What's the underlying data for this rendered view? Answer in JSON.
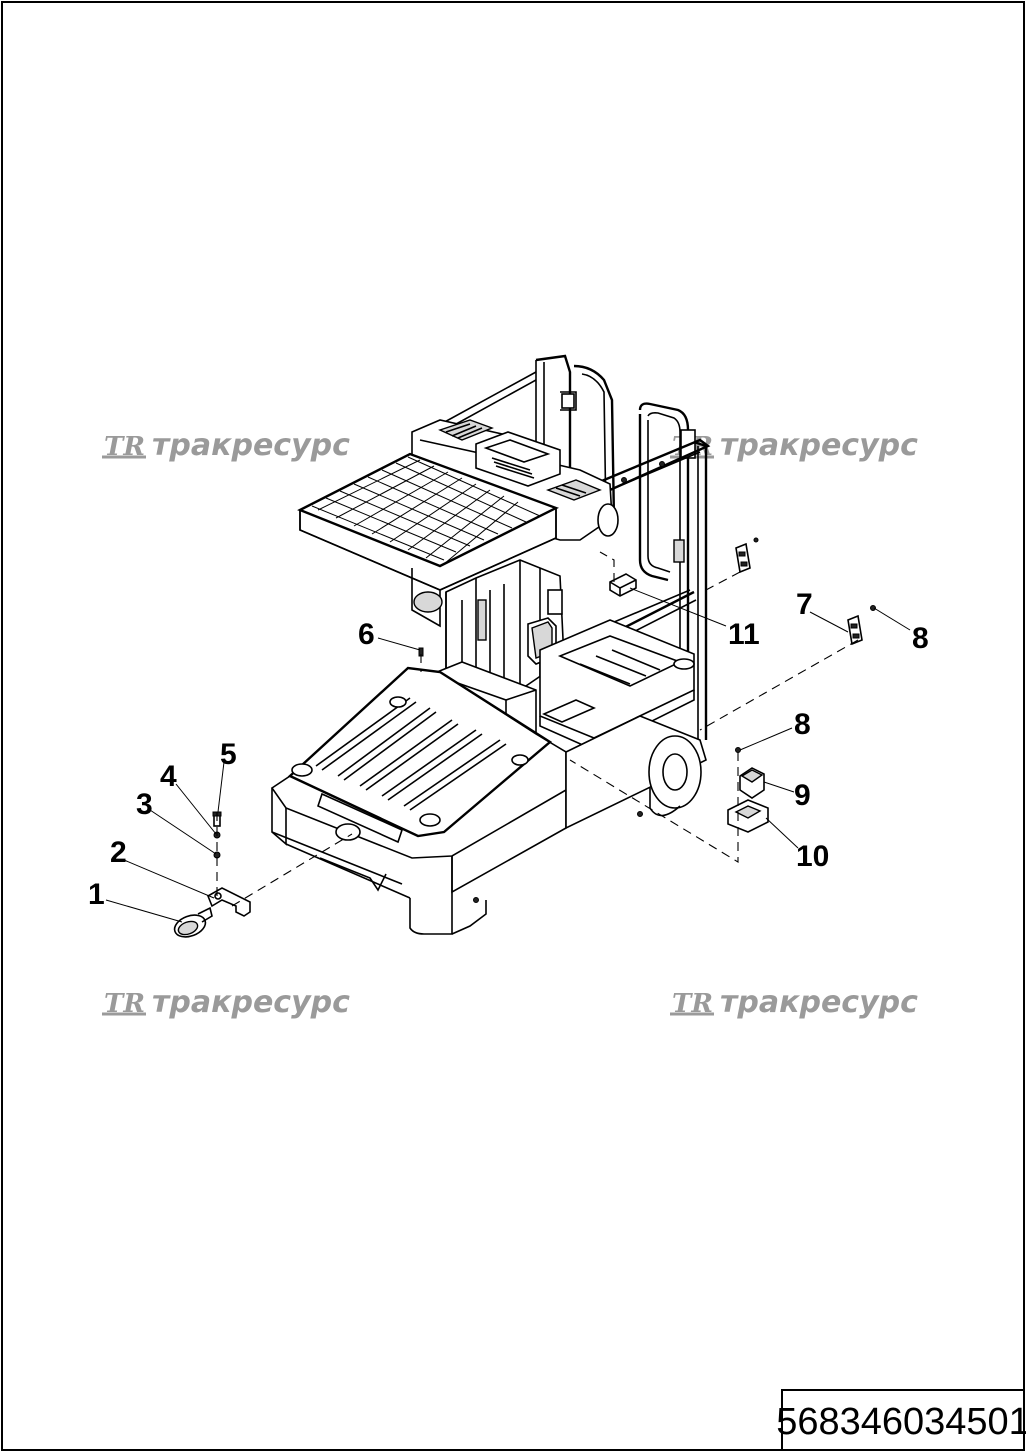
{
  "watermark": {
    "brand_text": "тракресурс",
    "logo_mark": "TR"
  },
  "callouts": [
    {
      "id": "1",
      "label": "1"
    },
    {
      "id": "2",
      "label": "2"
    },
    {
      "id": "3",
      "label": "3"
    },
    {
      "id": "4",
      "label": "4"
    },
    {
      "id": "5",
      "label": "5"
    },
    {
      "id": "6",
      "label": "6"
    },
    {
      "id": "7",
      "label": "7"
    },
    {
      "id": "8a",
      "label": "8"
    },
    {
      "id": "8b",
      "label": "8"
    },
    {
      "id": "9",
      "label": "9"
    },
    {
      "id": "10",
      "label": "10"
    },
    {
      "id": "11",
      "label": "11"
    }
  ],
  "document_number": "568346034501",
  "colors": {
    "line": "#000000",
    "watermark": "#9a9a9a",
    "background": "#ffffff"
  }
}
